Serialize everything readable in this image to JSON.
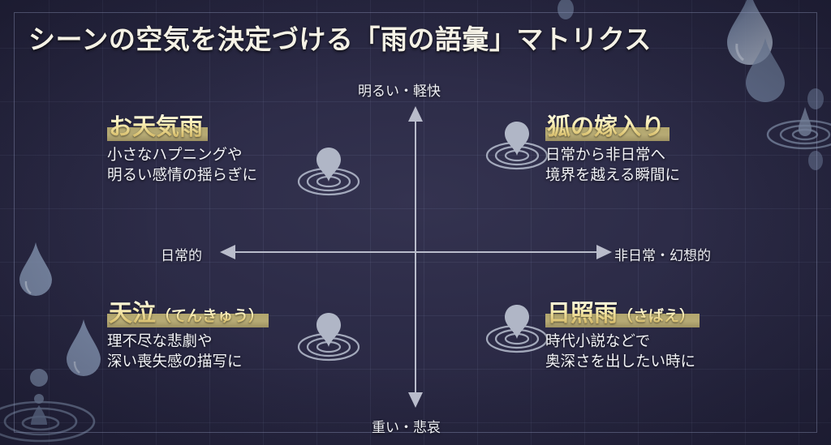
{
  "title": "シーンの空気を決定づける「雨の語彙」マトリクス",
  "axes": {
    "top_label": "明るい・軽快",
    "bottom_label": "重い・悲哀",
    "left_label": "日常的",
    "right_label": "非日常・幻想的"
  },
  "quadrants": [
    {
      "id": "top-left",
      "term": "お天気雨",
      "reading": "",
      "description": "小さなハプニングや\n明るい感情の揺らぎに"
    },
    {
      "id": "top-right",
      "term": "狐の嫁入り",
      "reading": "",
      "description": "日常から非日常へ\n境界を越える瞬間に"
    },
    {
      "id": "bottom-left",
      "term": "天泣",
      "reading": "（てんきゅう）",
      "description": "理不尽な悲劇や\n深い喪失感の描写に"
    },
    {
      "id": "bottom-right",
      "term": "日照雨",
      "reading": "（さばえ）",
      "description": "時代小説などで\n奥深さを出したい時に"
    }
  ],
  "colors": {
    "background": "#2b2b44",
    "grid_line": "#8c96be",
    "gold_highlight": "#b3a76e",
    "gold_text": "#f6e9ae",
    "title_text": "#f5f2e6",
    "axis_line": "#b9bccb",
    "body_text": "#f3f4f8",
    "droplet": "#8fa3c4"
  },
  "icons": {
    "quadrant_marker": "pin-ripple-icon",
    "decorations": "water-droplet-icon"
  }
}
